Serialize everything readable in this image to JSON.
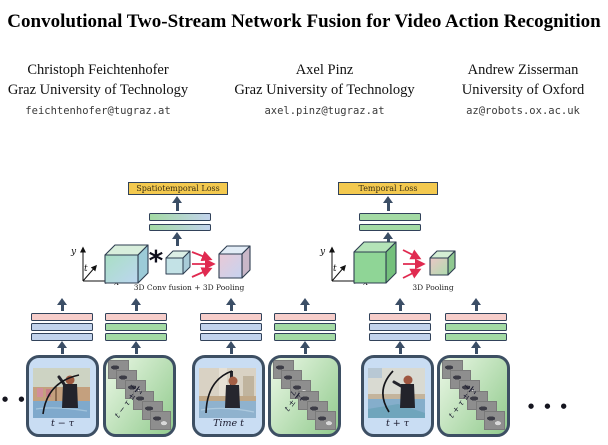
{
  "paper": {
    "title": "Convolutional Two-Stream Network Fusion for Video Action Recognition",
    "authors": [
      {
        "name": "Christoph Feichtenhofer",
        "affiliation": "Graz University of Technology",
        "email": "feichtenhofer@tugraz.at"
      },
      {
        "name": "Axel Pinz",
        "affiliation": "Graz University of Technology",
        "email": "axel.pinz@tugraz.at"
      },
      {
        "name": "Andrew Zisserman",
        "affiliation": "University of Oxford",
        "email": "az@robots.ox.ac.uk"
      }
    ]
  },
  "figure": {
    "loss_left": "Spatiotemporal Loss",
    "loss_right": "Temporal Loss",
    "conv_op": "*",
    "caption_left": "3D Conv fusion + 3D Pooling",
    "caption_right": "3D Pooling",
    "axes": {
      "x": "x",
      "y": "y",
      "t": "t"
    },
    "frames": [
      {
        "type": "rgb",
        "label": "t − τ"
      },
      {
        "type": "flow",
        "label_prefix": "t − τ ±",
        "frac_num": "L",
        "frac_den": "2"
      },
      {
        "type": "rgb",
        "label": "Time t"
      },
      {
        "type": "flow",
        "label_prefix": "t ±",
        "frac_num": "L",
        "frac_den": "2"
      },
      {
        "type": "rgb",
        "label": "t + τ"
      },
      {
        "type": "flow",
        "label_prefix": "t + τ ±",
        "frac_num": "L",
        "frac_den": "2"
      }
    ],
    "ellipsis_left": "● ●",
    "ellipsis_right": "● ● ●",
    "colors": {
      "gold": "#F3C94F",
      "border": "#31425A",
      "arrow": "#3B4E66",
      "red": "#E02A50",
      "pink_bar": "#F6CDCA",
      "blue_bar": "#C2D3EC",
      "green_bar": "#A3DAA4",
      "photo_bg": "#C9DDF3",
      "flow_bg_1": "#E4F4DF",
      "flow_bg_2": "#98CE94"
    }
  }
}
